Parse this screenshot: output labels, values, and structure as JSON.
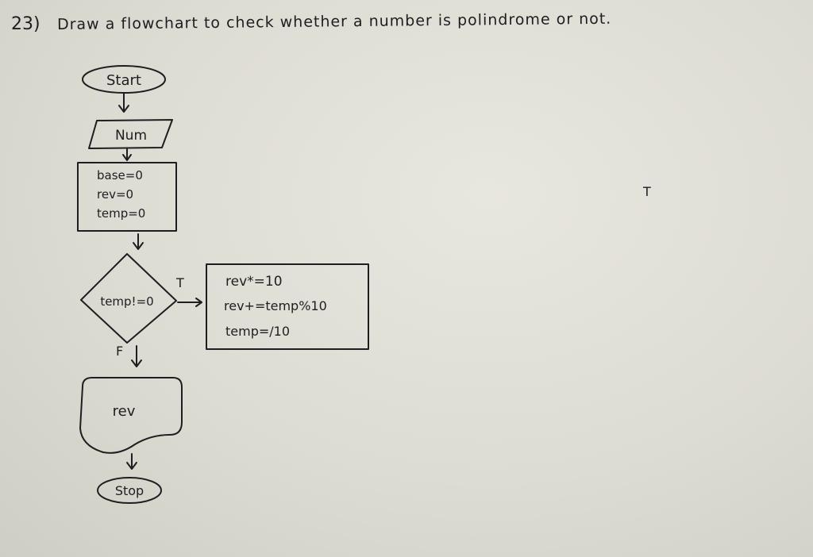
{
  "header": {
    "number": "23)",
    "question": "Draw a flowchart to check whether a number is polindrome or not."
  },
  "flowchart": {
    "start": "Start",
    "input": "Num",
    "init": [
      "base=0",
      "rev=0",
      "temp=0"
    ],
    "decision": "temp!=0",
    "true_label": "T",
    "false_label": "F",
    "loop_body": [
      "rev*=10",
      "rev+=temp%10",
      "temp=/10"
    ],
    "output": "rev",
    "stop": "Stop"
  },
  "stray_mark": "T",
  "colors": {
    "ink": "#1e1e22",
    "paper": "#dedcd4"
  }
}
